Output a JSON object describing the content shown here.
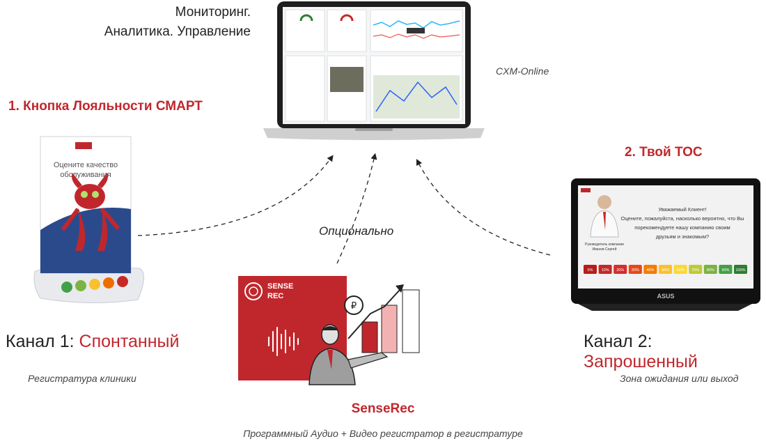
{
  "top": {
    "line1": "Мониторинг.",
    "line2": "Аналитика. Управление",
    "platform": "CXM-Online"
  },
  "left": {
    "heading": "1. Кнопка Лояльности СМАРТ",
    "device_text": "Оцените качество обслуживания",
    "channel_prefix": "Канал 1: ",
    "channel_accent": "Спонтанный",
    "caption": "Регистратура клиники"
  },
  "right": {
    "heading": "2. Твой ТОС",
    "screen_line1": "Уважаемый Клиент!",
    "screen_line2": "Оцените, пожалуйста, насколько вероятно, что Вы",
    "screen_line3": "порекомендуете нашу компанию своим",
    "screen_line4": "друзьям и знакомым?",
    "person_caption1": "Руководитель компании",
    "person_caption2": "Иванов Сергей",
    "brand": "ASUS",
    "scale": [
      "0%",
      "10%",
      "20%",
      "30%",
      "40%",
      "50%",
      "60%",
      "70%",
      "80%",
      "90%",
      "100%"
    ],
    "scale_colors": [
      "#b71c1c",
      "#c62828",
      "#d32f2f",
      "#e64a19",
      "#f57c00",
      "#fbc02d",
      "#fdd835",
      "#c0ca33",
      "#7cb342",
      "#43a047",
      "#2e7d32"
    ],
    "channel_prefix": "Канал 2: ",
    "channel_accent": "Запрошенный",
    "caption": "Зона ожидания или выход"
  },
  "center": {
    "optional_label": "Опционально",
    "logo_line1": "SENSE",
    "logo_line2": "REC",
    "title": "SenseRec",
    "caption": "Программный Аудио + Видео регистратор в регистратуре"
  },
  "colors": {
    "accent": "#c0272d",
    "text": "#222222"
  }
}
